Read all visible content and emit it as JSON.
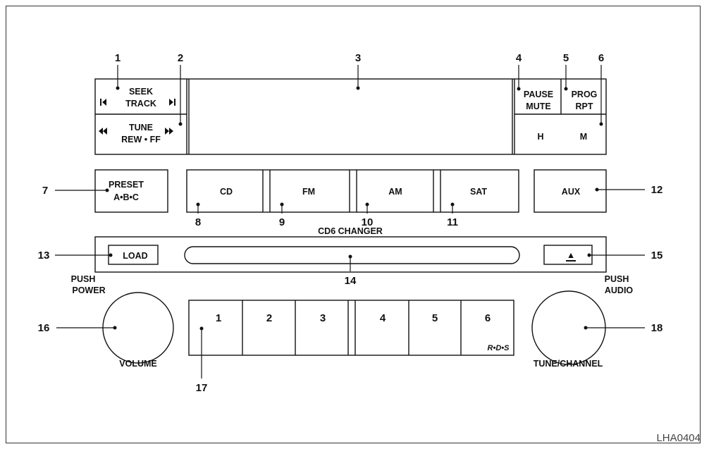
{
  "callouts": [
    "1",
    "2",
    "3",
    "4",
    "5",
    "6",
    "7",
    "8",
    "9",
    "10",
    "11",
    "12",
    "13",
    "14",
    "15",
    "16",
    "17",
    "18"
  ],
  "top_panel": {
    "seek_line1": "SEEK",
    "seek_line2": "TRACK",
    "tune_line1": "TUNE",
    "tune_line2": "REW • FF",
    "pause_line1": "PAUSE",
    "pause_line2": "MUTE",
    "prog_line1": "PROG",
    "prog_line2": "RPT",
    "hour": "H",
    "minute": "M"
  },
  "source_row": {
    "preset_line1": "PRESET",
    "preset_line2": "A•B•C",
    "cd": "CD",
    "fm": "FM",
    "am": "AM",
    "sat": "SAT",
    "aux": "AUX"
  },
  "changer": {
    "title": "CD6 CHANGER",
    "load": "LOAD",
    "eject_symbol": "▲"
  },
  "knobs": {
    "left_top1": "PUSH",
    "left_top2": "POWER",
    "left_bottom": "VOLUME",
    "right_top1": "PUSH",
    "right_top2": "AUDIO",
    "right_bottom": "TUNE/CHANNEL"
  },
  "presets": [
    "1",
    "2",
    "3",
    "4",
    "5",
    "6"
  ],
  "rds": "R•D•S",
  "figure_code": "LHA0404"
}
